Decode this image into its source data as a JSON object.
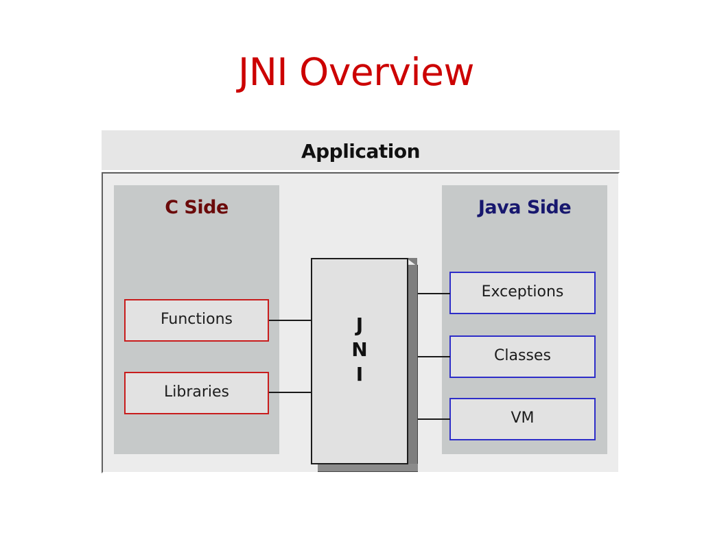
{
  "slide": {
    "title": "JNI Overview"
  },
  "diagram": {
    "application_label": "Application",
    "c_side": {
      "title": "C Side",
      "items": [
        "Functions",
        "Libraries"
      ]
    },
    "java_side": {
      "title": "Java Side",
      "items": [
        "Exceptions",
        "Classes",
        "VM"
      ]
    },
    "jni": {
      "letters": [
        "J",
        "N",
        "I"
      ]
    }
  },
  "colors": {
    "title": "#cc0000",
    "c_side_title": "#6b0a0a",
    "java_side_title": "#17176e",
    "c_box_border": "#c81c1c",
    "java_box_border": "#2d2dc8"
  }
}
